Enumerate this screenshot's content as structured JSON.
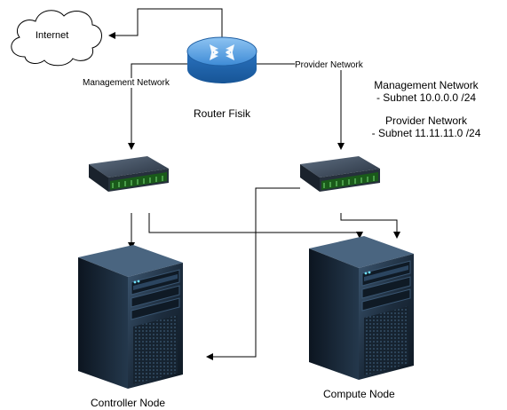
{
  "nodes": {
    "internet": "Internet",
    "router": "Router Fisik",
    "controller": "Controller Node",
    "compute": "Compute Node"
  },
  "edges": {
    "management": "Management Network",
    "provider": "Provider Network"
  },
  "info": {
    "management_title": "Management Network",
    "management_subnet": "- Subnet 10.0.0.0 /24",
    "provider_title": "Provider Network",
    "provider_subnet": "- Subnet 11.11.11.0 /24"
  },
  "colors": {
    "line": "#000000",
    "router_body": "#2f7fc8",
    "switch_body": "#2e3a48",
    "switch_ports": "#3a9a3a",
    "server_body": "#1c2a3a"
  },
  "icons": [
    "cloud-icon",
    "router-icon",
    "switch-icon",
    "server-icon"
  ]
}
